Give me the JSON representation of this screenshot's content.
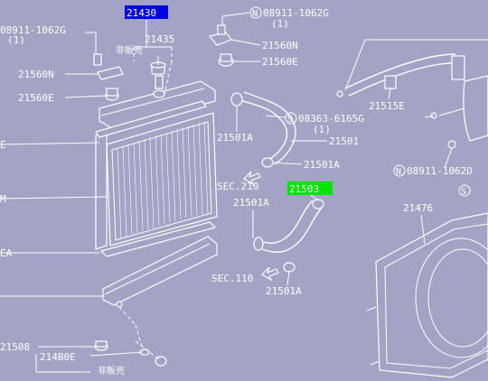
{
  "labels": {
    "p21430": "21430",
    "p21435": "21435",
    "hihanbai_1": "非販売",
    "p08911_1062g_left": "08911-1062G",
    "qty1_left": "(1)",
    "p21560n_left": "21560N",
    "p21560e_left": "21560E",
    "p08911_1062g_top": "08911-1062G",
    "qty1_top": "(1)",
    "p21560n_top": "21560N",
    "p21560e_top": "21560E",
    "p21515e": "21515E",
    "p08363_6165g": "08363-6165G",
    "qty1_08363": "(1)",
    "p21501_upper": "21501",
    "p21501a_1": "21501A",
    "p21501a_2": "21501A",
    "sec210": "SEC.210",
    "p21503": "21503",
    "p21501a_3": "21501A",
    "sec110": "SEC.110",
    "p21501a_4": "21501A",
    "p08911_1062d": "08911-1062D",
    "s_right": "S",
    "p21476": "21476",
    "e_left": "E",
    "m_left": "M",
    "ea_left": "EA",
    "p21508": "21508",
    "p214b0e": "214B0E",
    "hihanbai_2": "非販売",
    "n_circle": "N",
    "s_circle": "S"
  },
  "colors": {
    "background": "#a2a3c5",
    "line": "#ffffff",
    "highlight_blue": "#0000e6",
    "highlight_green": "#00e600"
  }
}
